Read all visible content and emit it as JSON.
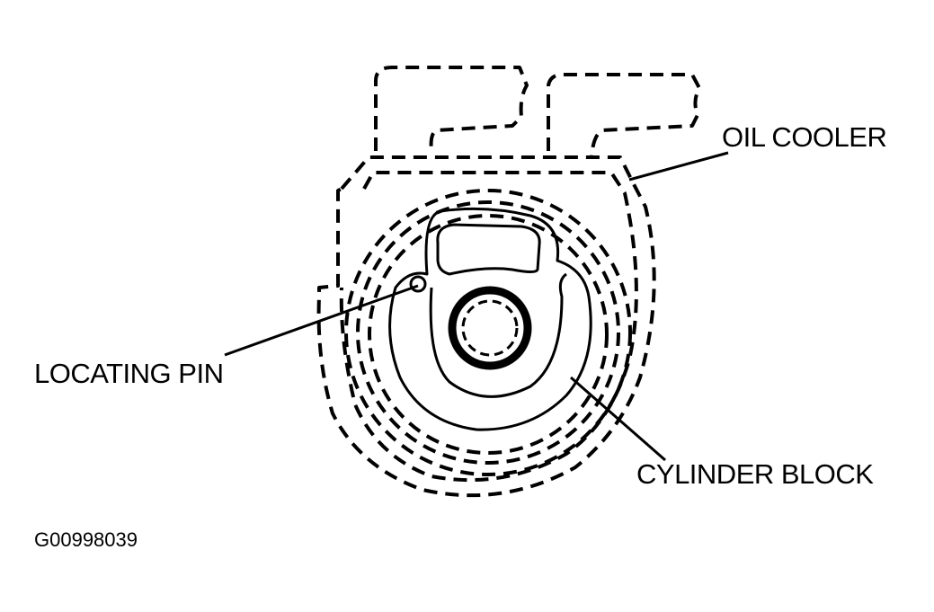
{
  "labels": {
    "oil_cooler": "OIL COOLER",
    "locating_pin": "LOCATING PIN",
    "cylinder_block": "CYLINDER BLOCK"
  },
  "figure_code": "G00998039"
}
